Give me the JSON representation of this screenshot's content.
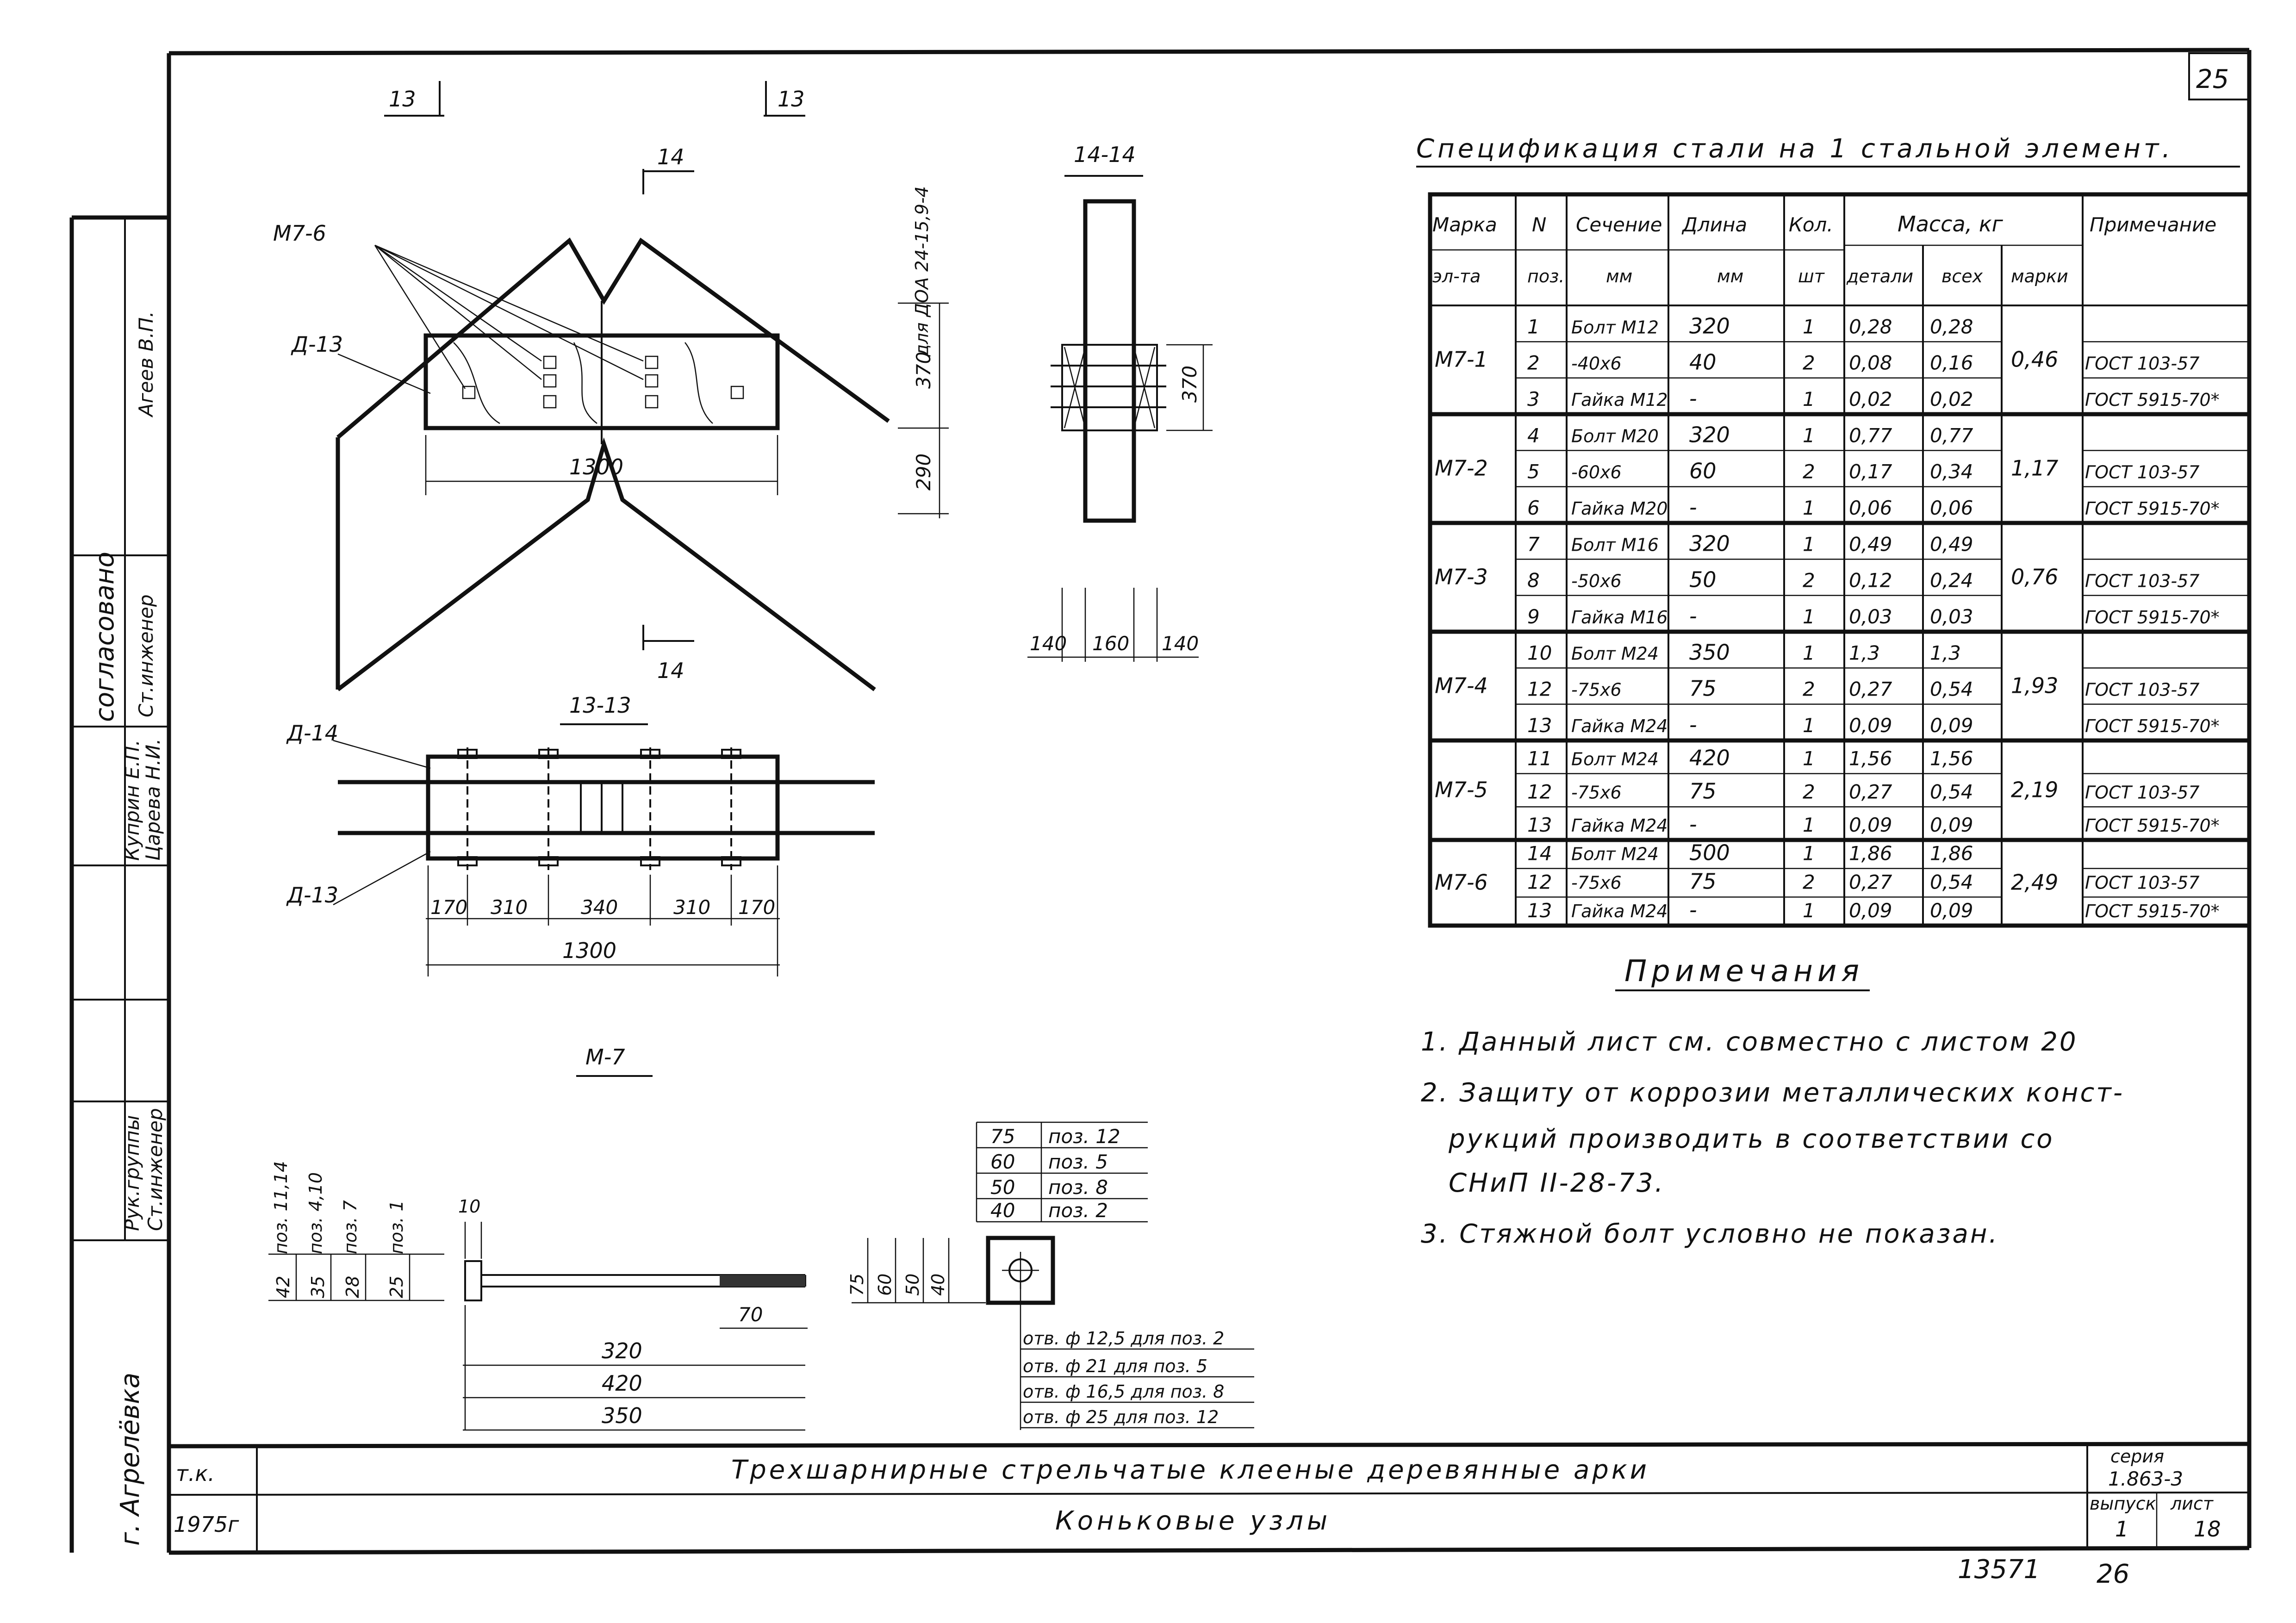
{
  "sheet": {
    "page_number_top": "25",
    "inventory_number": "13571",
    "bottom_number": "26"
  },
  "side_stamp": {
    "title": "согласовано",
    "rows": [
      {
        "role": "Ст.инженер",
        "name": "Агеев В.П."
      },
      {
        "role": "",
        "name": "Куприн Е.П."
      },
      {
        "role": "",
        "name": "Царева Н.И."
      },
      {
        "role": "Рук.группы",
        "name": ""
      },
      {
        "role": "Ст.инженер",
        "name": ""
      }
    ],
    "vertical_name": "г. Агрелёвка"
  },
  "title_block": {
    "org": "т.к.",
    "year": "1975г",
    "title1": "Трехшарнирные стрельчатые клееные деревянные арки",
    "title2": "Коньковые узлы",
    "series_label": "серия",
    "series_value": "1.863-3",
    "issue_label": "выпуск",
    "issue_value": "1",
    "sheet_label": "лист",
    "sheet_value": "18"
  },
  "drawings": {
    "section_13": "13",
    "section_14": "14",
    "view_14_title": "14-14",
    "view_13_title": "13-13",
    "m7_title": "М-7",
    "label_m76": "М7-6",
    "label_d13": "Д-13",
    "label_d14": "Д-14",
    "label_d13b": "Д-13",
    "vertical_note": "для ДОА 24-15,9-4",
    "dim_1300_top": "1300",
    "dim_370": "370",
    "dim_290": "290",
    "dim_370_side": "370",
    "dims_14": [
      "140",
      "160",
      "140"
    ],
    "dims_13": [
      "170",
      "310",
      "340",
      "310",
      "170"
    ],
    "dim_1300_bottom": "1300",
    "m7_left_dims": [
      "42",
      "35",
      "28",
      "25"
    ],
    "m7_pos_labels": [
      "поз. 11,14",
      "поз. 4,10",
      "поз. 7",
      "поз. 1"
    ],
    "m7_dim_10": "10",
    "m7_dim_70": "70",
    "m7_lengths": [
      "320",
      "420",
      "350"
    ],
    "washer_table": [
      {
        "size": "75",
        "pos": "поз. 12"
      },
      {
        "size": "60",
        "pos": "поз. 5"
      },
      {
        "size": "50",
        "pos": "поз. 8"
      },
      {
        "size": "40",
        "pos": "поз. 2"
      }
    ],
    "washer_dims": [
      "75",
      "60",
      "50",
      "40"
    ],
    "hole_notes": [
      "отв. ф 12,5 для поз. 2",
      "отв. ф 21 для поз. 5",
      "отв. ф 16,5 для поз. 8",
      "отв. ф 25 для поз. 12"
    ]
  },
  "spec": {
    "title": "Спецификация стали на 1 стальной элемент.",
    "headers": {
      "mark": "Марка",
      "mark2": "эл-та",
      "n": "N",
      "n2": "поз.",
      "section": "Сечение",
      "section2": "мм",
      "length": "Длина",
      "length2": "мм",
      "qty": "Кол.",
      "qty2": "шт",
      "mass": "Масса, кг",
      "detail": "детали",
      "all": "всех",
      "mark_mass": "марки",
      "note": "Примечание"
    },
    "groups": [
      {
        "mark": "М7-1",
        "total": "0,46",
        "rows": [
          {
            "n": "1",
            "sec": "Болт М12",
            "len": "320",
            "qty": "1",
            "det": "0,28",
            "all": "0,28",
            "note": ""
          },
          {
            "n": "2",
            "sec": "-40х6",
            "len": "40",
            "qty": "2",
            "det": "0,08",
            "all": "0,16",
            "note": "ГОСТ 103-57"
          },
          {
            "n": "3",
            "sec": "Гайка М12",
            "len": "-",
            "qty": "1",
            "det": "0,02",
            "all": "0,02",
            "note": "ГОСТ 5915-70*"
          }
        ]
      },
      {
        "mark": "М7-2",
        "total": "1,17",
        "rows": [
          {
            "n": "4",
            "sec": "Болт М20",
            "len": "320",
            "qty": "1",
            "det": "0,77",
            "all": "0,77",
            "note": ""
          },
          {
            "n": "5",
            "sec": "-60х6",
            "len": "60",
            "qty": "2",
            "det": "0,17",
            "all": "0,34",
            "note": "ГОСТ 103-57"
          },
          {
            "n": "6",
            "sec": "Гайка М20",
            "len": "-",
            "qty": "1",
            "det": "0,06",
            "all": "0,06",
            "note": "ГОСТ 5915-70*"
          }
        ]
      },
      {
        "mark": "М7-3",
        "total": "0,76",
        "rows": [
          {
            "n": "7",
            "sec": "Болт М16",
            "len": "320",
            "qty": "1",
            "det": "0,49",
            "all": "0,49",
            "note": ""
          },
          {
            "n": "8",
            "sec": "-50х6",
            "len": "50",
            "qty": "2",
            "det": "0,12",
            "all": "0,24",
            "note": "ГОСТ 103-57"
          },
          {
            "n": "9",
            "sec": "Гайка М16",
            "len": "-",
            "qty": "1",
            "det": "0,03",
            "all": "0,03",
            "note": "ГОСТ 5915-70*"
          }
        ]
      },
      {
        "mark": "М7-4",
        "total": "1,93",
        "rows": [
          {
            "n": "10",
            "sec": "Болт М24",
            "len": "350",
            "qty": "1",
            "det": "1,3",
            "all": "1,3",
            "note": ""
          },
          {
            "n": "12",
            "sec": "-75х6",
            "len": "75",
            "qty": "2",
            "det": "0,27",
            "all": "0,54",
            "note": "ГОСТ 103-57"
          },
          {
            "n": "13",
            "sec": "Гайка М24",
            "len": "-",
            "qty": "1",
            "det": "0,09",
            "all": "0,09",
            "note": "ГОСТ 5915-70*"
          }
        ]
      },
      {
        "mark": "М7-5",
        "total": "2,19",
        "rows": [
          {
            "n": "11",
            "sec": "Болт М24",
            "len": "420",
            "qty": "1",
            "det": "1,56",
            "all": "1,56",
            "note": ""
          },
          {
            "n": "12",
            "sec": "-75х6",
            "len": "75",
            "qty": "2",
            "det": "0,27",
            "all": "0,54",
            "note": "ГОСТ 103-57"
          },
          {
            "n": "13",
            "sec": "Гайка М24",
            "len": "-",
            "qty": "1",
            "det": "0,09",
            "all": "0,09",
            "note": "ГОСТ 5915-70*"
          }
        ]
      },
      {
        "mark": "М7-6",
        "total": "2,49",
        "rows": [
          {
            "n": "14",
            "sec": "Болт М24",
            "len": "500",
            "qty": "1",
            "det": "1,86",
            "all": "1,86",
            "note": ""
          },
          {
            "n": "12",
            "sec": "-75х6",
            "len": "75",
            "qty": "2",
            "det": "0,27",
            "all": "0,54",
            "note": "ГОСТ 103-57"
          },
          {
            "n": "13",
            "sec": "Гайка М24",
            "len": "-",
            "qty": "1",
            "det": "0,09",
            "all": "0,09",
            "note": "ГОСТ 5915-70*"
          }
        ]
      }
    ]
  },
  "notes": {
    "title": "Примечания",
    "lines": [
      "1. Данный лист см. совместно с листом 20",
      "2. Защиту от коррозии металлических конст-",
      "рукций производить в соответствии со",
      "СНиП II-28-73.",
      "3. Стяжной болт условно не показан."
    ]
  }
}
